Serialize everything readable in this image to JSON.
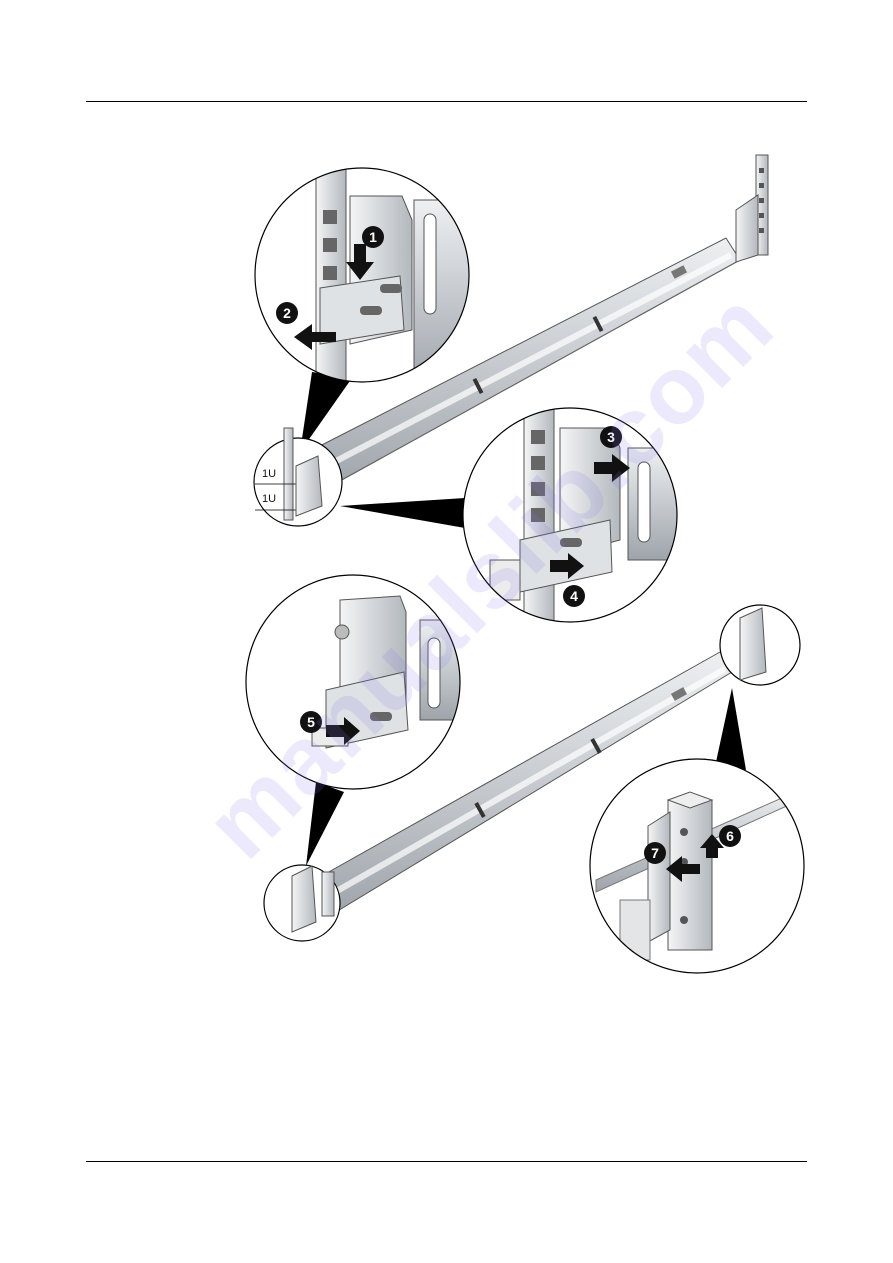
{
  "watermark": {
    "text": "manualslib.com"
  },
  "labels": {
    "u_top": "1U",
    "u_bottom": "1U"
  },
  "steps": [
    "1",
    "2",
    "3",
    "4",
    "5",
    "6",
    "7"
  ],
  "colors": {
    "rail": "#c9cdd1",
    "rail_dark": "#8f959a",
    "callout": "#000000",
    "badge": "#111111"
  }
}
